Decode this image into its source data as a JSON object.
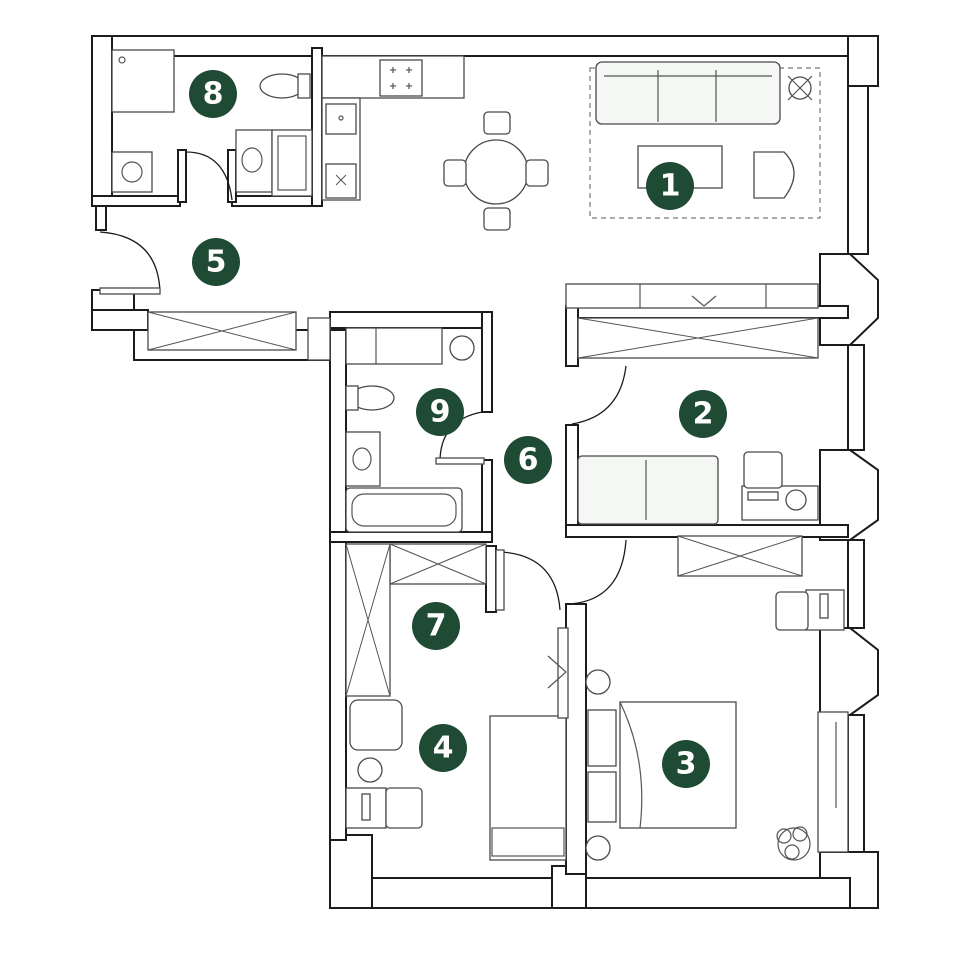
{
  "colors": {
    "accent": "#1f4a33",
    "wall": "#1c1c1c",
    "background": "#ffffff"
  },
  "rooms": [
    {
      "id": "living-kitchen",
      "label": "1"
    },
    {
      "id": "bedroom-a",
      "label": "2"
    },
    {
      "id": "bedroom-b",
      "label": "3"
    },
    {
      "id": "bedroom-c",
      "label": "4"
    },
    {
      "id": "entrance-hall",
      "label": "5"
    },
    {
      "id": "corridor",
      "label": "6"
    },
    {
      "id": "wardrobe",
      "label": "7"
    },
    {
      "id": "bathroom-shower",
      "label": "8"
    },
    {
      "id": "bathroom-tub",
      "label": "9"
    }
  ]
}
